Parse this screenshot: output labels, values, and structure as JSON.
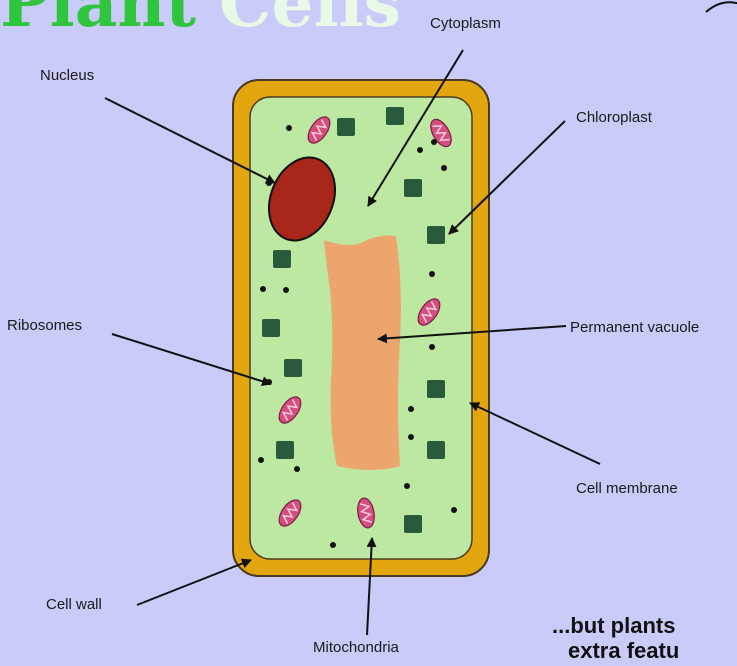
{
  "title": {
    "word1": "Plant",
    "word2": "Cells"
  },
  "labels": {
    "cytoplasm": "Cytoplasm",
    "nucleus": "Nucleus",
    "chloroplast": "Chloroplast",
    "ribosomes": "Ribosomes",
    "permanent_vacuole": "Permanent vacuole",
    "cell_membrane": "Cell membrane",
    "cell_wall": "Cell wall",
    "mitochondria": "Mitochondria"
  },
  "tagline": {
    "line1": "...but plants",
    "line2": "extra featu"
  },
  "colors": {
    "background": "#c9ccf8",
    "cell_wall": "#e4a60e",
    "cytoplasm": "#bce8a2",
    "nucleus": "#a8261a",
    "vacuole": "#eda56e",
    "chloroplast": "#2a5a3c",
    "mitochondria": "#d44f80"
  }
}
